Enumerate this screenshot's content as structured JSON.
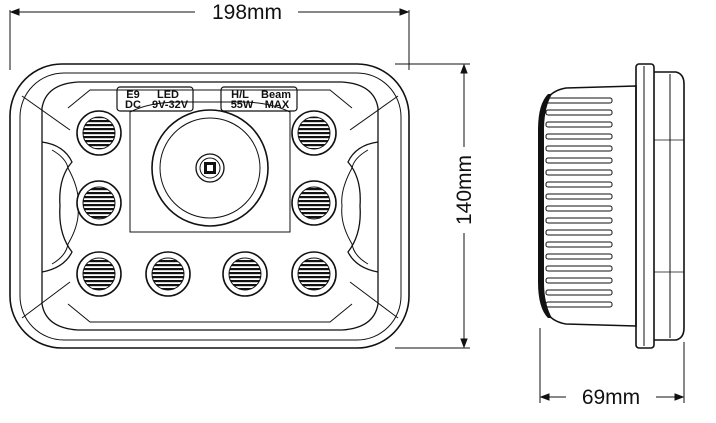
{
  "dimensions": {
    "width_label": "198mm",
    "height_label": "140mm",
    "depth_label": "69mm"
  },
  "spec_label_left": {
    "line1_a": "E9",
    "line1_b": "LED",
    "line2_a": "DC",
    "line2_b": "9V-32V"
  },
  "spec_label_right": {
    "line1_a": "H/L",
    "line1_b": "Beam",
    "line2_a": "55W",
    "line2_b": "MAX"
  },
  "colors": {
    "line": "#111111",
    "background": "#ffffff"
  }
}
